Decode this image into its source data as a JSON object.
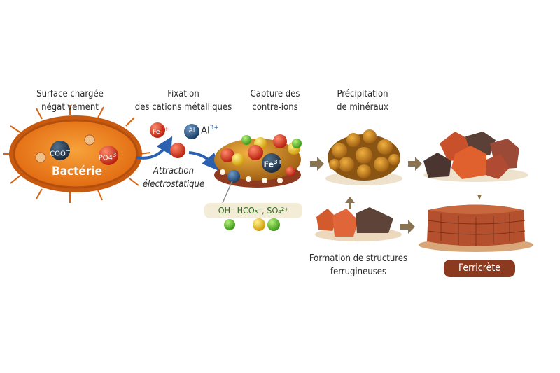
{
  "steps": {
    "surface": [
      "Surface chargée",
      "négativement"
    ],
    "fixation": [
      "Fixation",
      "des cations métalliques"
    ],
    "capture": [
      "Capture des",
      "contre-ions"
    ],
    "precipitation": [
      "Précipitation",
      "de minéraux"
    ],
    "formation": [
      "Formation de structures",
      "ferrugineuses"
    ]
  },
  "bacteria": {
    "label": "Bactérie",
    "coo": "COO",
    "coo_charge": "−",
    "po4": "PO4",
    "po4_charge": "3−"
  },
  "cations": {
    "fe": "Fe",
    "fe_charge": "3+",
    "al": "Al",
    "al_label": "Al",
    "al_charge": "3+"
  },
  "attraction": [
    "Attraction",
    "électrostatique"
  ],
  "cluster": {
    "fe": "Fe",
    "fe_charge": "3+"
  },
  "counter_ions": "OH⁻  HCO₃⁻,  SO₄²⁺",
  "final": "Ferricrète",
  "colors": {
    "bacteria": "#e8761c",
    "arrow": "#8a7350",
    "badge": "#8b3a1f",
    "blue_arrow": "#2b5fb0"
  }
}
